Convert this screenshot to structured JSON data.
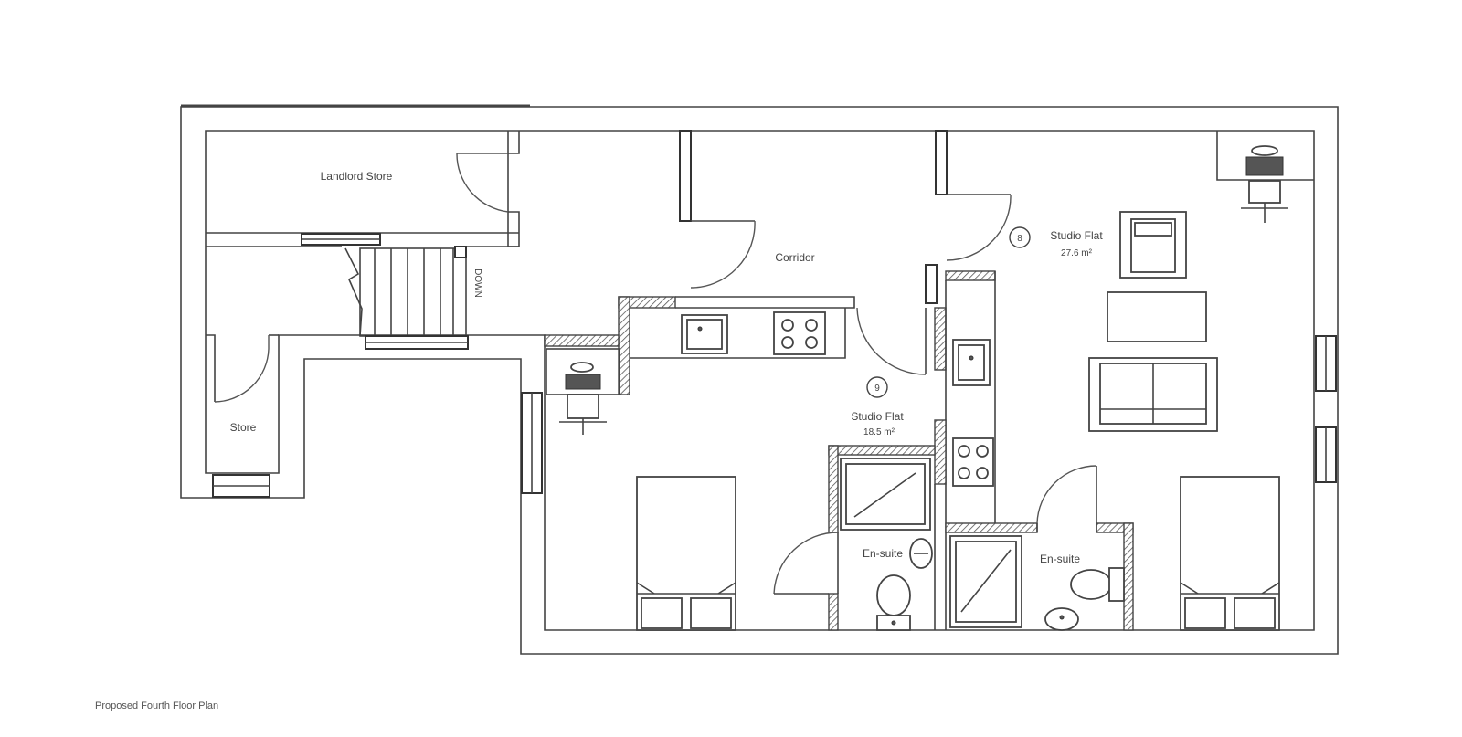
{
  "caption": "Proposed Fourth Floor Plan",
  "rooms": {
    "landlord_store": "Landlord Store",
    "corridor": "Corridor",
    "store": "Store",
    "studio_9_label": "Studio Flat",
    "studio_9_area": "18.5 m²",
    "studio_9_number": "9",
    "studio_8_label": "Studio Flat",
    "studio_8_area": "27.6 m²",
    "studio_8_number": "8",
    "ensuite_left": "En-suite",
    "ensuite_right": "En-suite"
  },
  "stair_label": "DOWN",
  "colors": {
    "line": "#333333",
    "text": "#444444",
    "background": "#ffffff"
  }
}
